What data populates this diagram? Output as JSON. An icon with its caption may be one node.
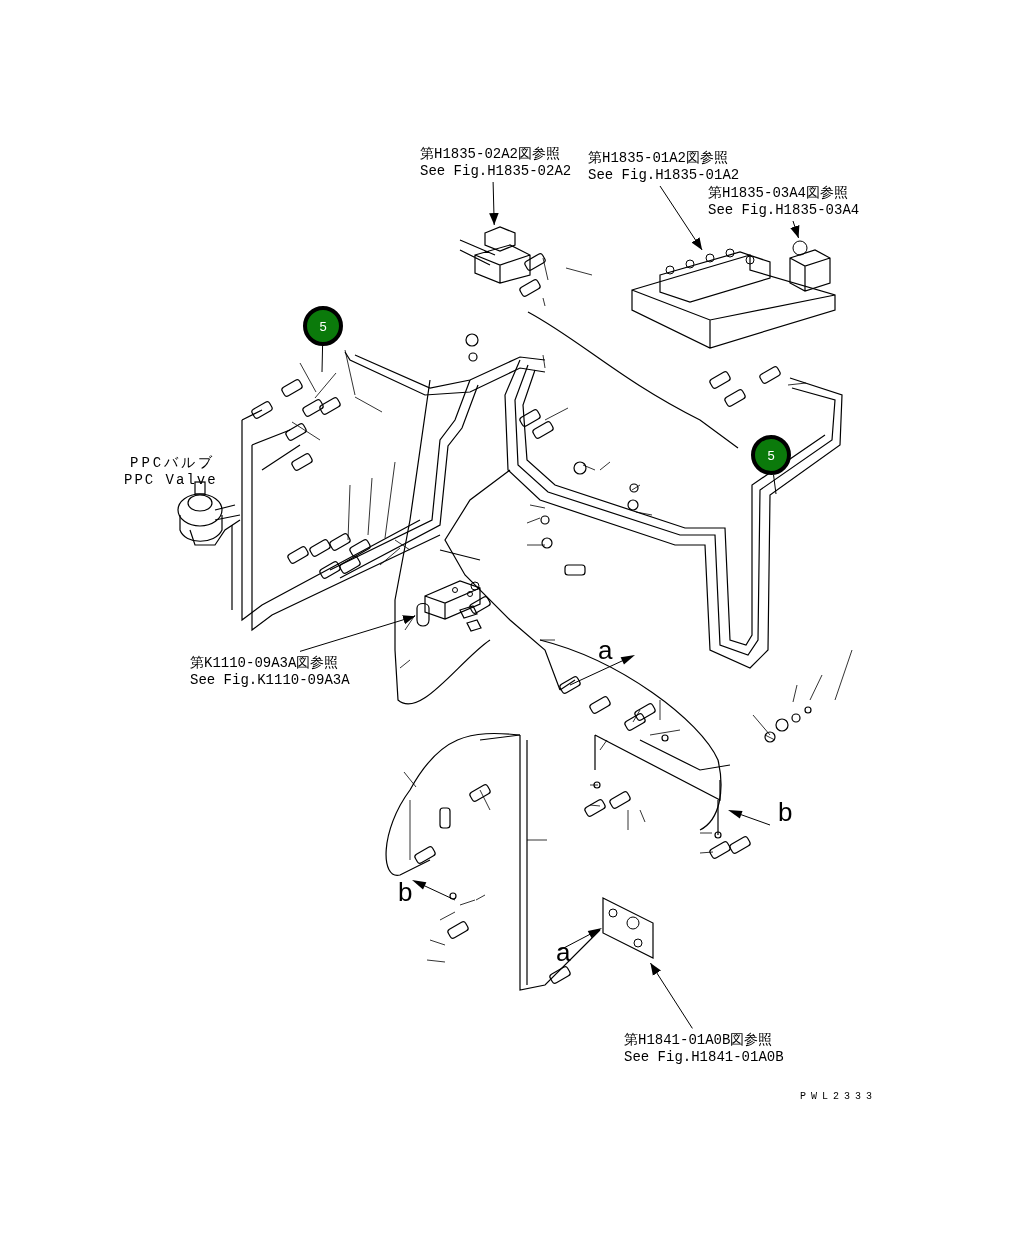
{
  "diagram": {
    "nodes": [
      {
        "text": [
          "第H1835-02A2図参照",
          "See Fig.H1835-02A2"
        ]
      },
      {
        "text": [],
        "shape": "picture"
      },
      {
        "text": [
          "第H1835-01A2図参照",
          "See Fig.H1835-01A2"
        ]
      },
      {
        "text": [],
        "shape": "picture"
      },
      {
        "text": [
          "第H1835-03A4図参照",
          "See Fig.H1835-03A4"
        ]
      },
      {
        "text": [],
        "shape": "picture"
      },
      {
        "text": [
          "第K1110-09A3A図参照",
          "See Fig.K1110-09A3A"
        ]
      },
      {
        "text": [],
        "shape": "picture"
      },
      {
        "text": [
          "第H1841-01A0B図参照",
          "See Fig.H1841-01A0B"
        ]
      },
      {
        "text": [],
        "shape": "picture"
      },
      {
        "text": [
          "5"
        ]
      },
      {
        "text": [
          "5"
        ]
      }
    ],
    "edges": [
      {
        "from": 0,
        "to": 1,
        "arrow": "to"
      },
      {
        "from": 2,
        "to": 3,
        "arrow": "to"
      },
      {
        "from": 4,
        "to": 5,
        "arrow": "to"
      },
      {
        "from": 6,
        "to": 7,
        "arrow": "to"
      },
      {
        "from": 8,
        "to": 9,
        "arrow": "to"
      },
      {
        "from": 10,
        "to": null,
        "arrow": "none"
      },
      {
        "from": 11,
        "to": null,
        "arrow": "none"
      }
    ],
    "labels": [
      "PPCバルブ",
      "PPC Valve",
      "a",
      "b",
      "b",
      "a",
      "PWL2333"
    ]
  }
}
